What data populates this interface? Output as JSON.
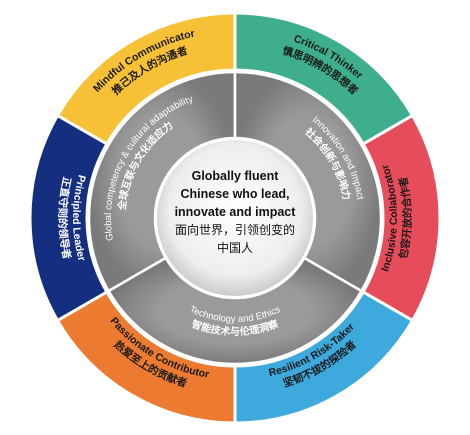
{
  "center": {
    "lines": [
      "Globally fluent",
      "Chinese who lead,",
      "innovate and impact",
      "面向世界，引领创变的",
      "中国人"
    ]
  },
  "middle_ring": [
    {
      "en": "Global competency & cultural adaptability",
      "cn": "全球互联与文化适应力"
    },
    {
      "en": "Innovation and Impact",
      "cn": "社会创新与影响力"
    },
    {
      "en": "Technology and Ethics",
      "cn": "智能技术与伦理洞察"
    }
  ],
  "outer_ring": [
    {
      "en": "Mindful Communicator",
      "cn": "推己及人的沟通者",
      "color": "#f6c136",
      "text_color": "#1a1a1a"
    },
    {
      "en": "Critical Thinker",
      "cn": "慎思明辨的思想者",
      "color": "#3fae8c",
      "text_color": "#1a1a1a"
    },
    {
      "en": "Inclusive Collaborator",
      "cn": "包容开放的合作者",
      "color": "#e64c5a",
      "text_color": "#1a1a1a"
    },
    {
      "en": "Resilient Risk-Taker",
      "cn": "坚韧不拔的探险者",
      "color": "#3ea9dc",
      "text_color": "#1a1a1a"
    },
    {
      "en": "Passionate Contributor",
      "cn": "热爱至上的贡献者",
      "color": "#ec7a31",
      "text_color": "#1a1a1a"
    },
    {
      "en": "Principled Leader",
      "cn": "正直守则的领导者",
      "color": "#152f80",
      "text_color": "#ffffff"
    }
  ],
  "colors": {
    "middle_ring": "#8a8a8a",
    "divider": "#ffffff",
    "center_fill": "#f4f4f4"
  }
}
